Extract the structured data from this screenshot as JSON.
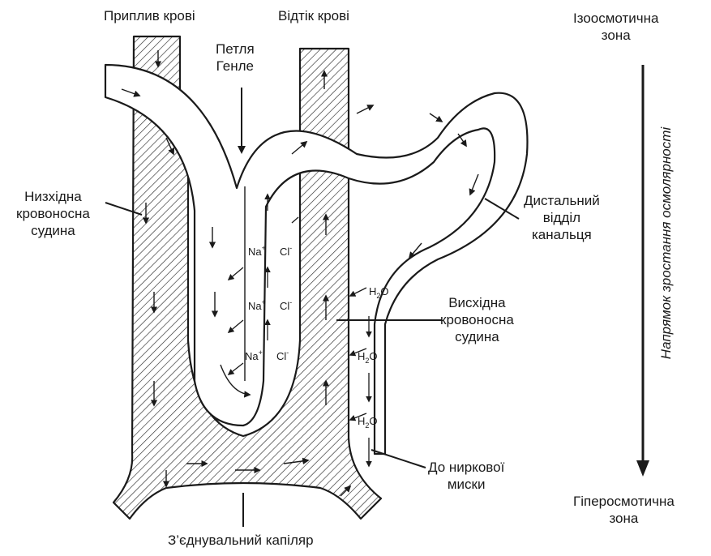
{
  "labels": {
    "blood_inflow": "Приплив крові",
    "blood_outflow": "Відтік крові",
    "loop_line1": "Петля",
    "loop_line2": "Генле",
    "iso_line1": "Ізоосмотична",
    "iso_line2": "зона",
    "desc_line1": "Низхідна",
    "desc_line2": "кровоносна",
    "desc_line3": "судина",
    "distal_line1": "Дистальний",
    "distal_line2": "відділ",
    "distal_line3": "канальця",
    "asc_line1": "Висхідна",
    "asc_line2": "кровоносна",
    "asc_line3": "судина",
    "pelvis_line1": "До ниркової",
    "pelvis_line2": "миски",
    "capillary": "З’єднувальний капіляр",
    "hyper_line1": "Гіперосмотична",
    "hyper_line2": "зона",
    "gradient_axis": "Напрямок зростання осмолярності"
  },
  "ions": {
    "na": "Na",
    "cl": "Cl",
    "plus": "+",
    "minus": "-",
    "water_h": "H",
    "water_sub": "2",
    "water_o": "O"
  }
}
